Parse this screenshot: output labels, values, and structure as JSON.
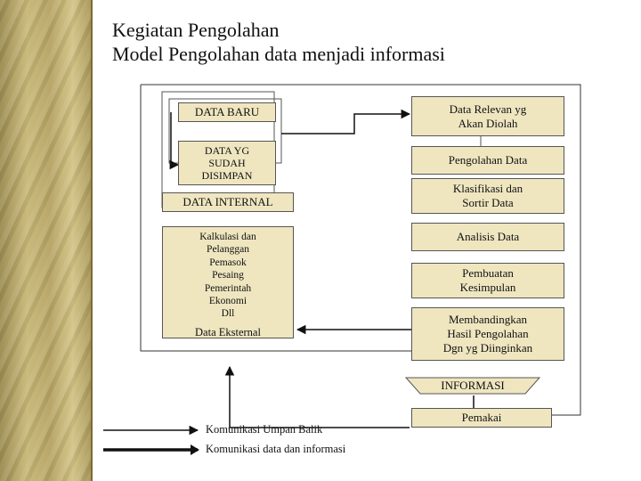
{
  "title": {
    "line1": "Kegiatan Pengolahan",
    "line2": "Model Pengolahan data menjadi informasi"
  },
  "internal": {
    "data_baru": "DATA BARU",
    "data_disimpan": [
      "DATA YG",
      "SUDAH",
      "DISIMPAN"
    ],
    "caption": "DATA INTERNAL"
  },
  "external": {
    "items": [
      "Kalkulasi dan",
      "Pelanggan",
      "Pemasok",
      "Pesaing",
      "Pemerintah",
      "Ekonomi",
      "Dll"
    ],
    "caption": "Data Eksternal"
  },
  "steps": {
    "data_relevan": [
      "Data Relevan yg",
      "Akan Diolah"
    ],
    "pengolahan": "Pengolahan Data",
    "klasifikasi": [
      "Klasifikasi dan",
      "Sortir Data"
    ],
    "analisis": "Analisis Data",
    "pembuatan": [
      "Pembuatan",
      "Kesimpulan"
    ],
    "membandingkan": [
      "Membandingkan",
      "Hasil Pengolahan",
      "Dgn yg Diinginkan"
    ]
  },
  "informasi": "INFORMASI",
  "pemakai": "Pemakai",
  "legend": {
    "feedback": "Komunikasi Umpan Balik",
    "communication": "Komunikasi data dan informasi"
  }
}
